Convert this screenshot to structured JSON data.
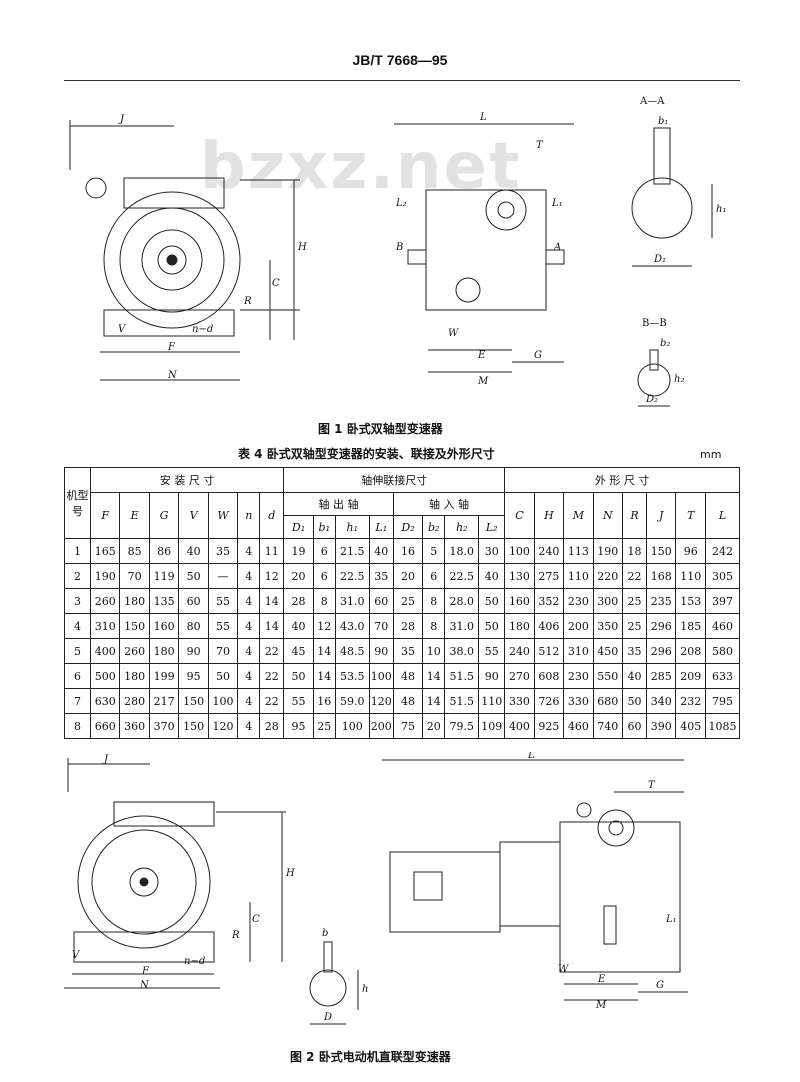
{
  "header": "JB/T 7668—95",
  "watermark": "bzxz.net",
  "fig1": {
    "caption": "图 1 卧式双轴型变速器",
    "section_aa": "A—A",
    "section_bb": "B—B",
    "labels": {
      "J": "J",
      "H": "H",
      "C": "C",
      "R": "R",
      "V": "V",
      "nd": "n−d",
      "F": "F",
      "N": "N",
      "L": "L",
      "T": "T",
      "L2": "L₂",
      "L1": "L₁",
      "B": "B",
      "A": "A",
      "W": "W",
      "E": "E",
      "G": "G",
      "M": "M",
      "b1": "b₁",
      "h1": "h₁",
      "D1": "D₁",
      "b2": "b₂",
      "h2": "h₂",
      "D2": "D₂"
    }
  },
  "table": {
    "title": "表 4 卧式双轴型变速器的安装、联接及外形尺寸",
    "unit": "mm",
    "group_model": "机型号",
    "group_install": "安 装 尺 寸",
    "group_shaft": "轴伸联接尺寸",
    "group_out_shaft": "轴 出 轴",
    "group_in_shaft": "轴 入 轴",
    "group_outline": "外 形 尺 寸",
    "cols": {
      "F": "F",
      "E": "E",
      "G": "G",
      "V": "V",
      "W": "W",
      "n": "n",
      "d": "d",
      "D1": "D₁",
      "b1": "b₁",
      "h1": "h₁",
      "L1": "L₁",
      "D2": "D₂",
      "b2": "b₂",
      "h2": "h₂",
      "L2": "L₂",
      "C": "C",
      "H": "H",
      "M": "M",
      "N": "N",
      "R": "R",
      "J": "J",
      "T": "T",
      "L": "L"
    },
    "rows": [
      [
        "1",
        "165",
        "85",
        "86",
        "40",
        "35",
        "4",
        "11",
        "19",
        "6",
        "21.5",
        "40",
        "16",
        "5",
        "18.0",
        "30",
        "100",
        "240",
        "113",
        "190",
        "18",
        "150",
        "96",
        "242"
      ],
      [
        "2",
        "190",
        "70",
        "119",
        "50",
        "—",
        "4",
        "12",
        "20",
        "6",
        "22.5",
        "35",
        "20",
        "6",
        "22.5",
        "40",
        "130",
        "275",
        "110",
        "220",
        "22",
        "168",
        "110",
        "305"
      ],
      [
        "3",
        "260",
        "180",
        "135",
        "60",
        "55",
        "4",
        "14",
        "28",
        "8",
        "31.0",
        "60",
        "25",
        "8",
        "28.0",
        "50",
        "160",
        "352",
        "230",
        "300",
        "25",
        "235",
        "153",
        "397"
      ],
      [
        "4",
        "310",
        "150",
        "160",
        "80",
        "55",
        "4",
        "14",
        "40",
        "12",
        "43.0",
        "70",
        "28",
        "8",
        "31.0",
        "50",
        "180",
        "406",
        "200",
        "350",
        "25",
        "296",
        "185",
        "460"
      ],
      [
        "5",
        "400",
        "260",
        "180",
        "90",
        "70",
        "4",
        "22",
        "45",
        "14",
        "48.5",
        "90",
        "35",
        "10",
        "38.0",
        "55",
        "240",
        "512",
        "310",
        "450",
        "35",
        "296",
        "208",
        "580"
      ],
      [
        "6",
        "500",
        "180",
        "199",
        "95",
        "50",
        "4",
        "22",
        "50",
        "14",
        "53.5",
        "100",
        "48",
        "14",
        "51.5",
        "90",
        "270",
        "608",
        "230",
        "550",
        "40",
        "285",
        "209",
        "633"
      ],
      [
        "7",
        "630",
        "280",
        "217",
        "150",
        "100",
        "4",
        "22",
        "55",
        "16",
        "59.0",
        "120",
        "48",
        "14",
        "51.5",
        "110",
        "330",
        "726",
        "330",
        "680",
        "50",
        "340",
        "232",
        "795"
      ],
      [
        "8",
        "660",
        "360",
        "370",
        "150",
        "120",
        "4",
        "28",
        "95",
        "25",
        "100",
        "200",
        "75",
        "20",
        "79.5",
        "109",
        "400",
        "925",
        "460",
        "740",
        "60",
        "390",
        "405",
        "1085"
      ]
    ]
  },
  "fig2": {
    "caption": "图 2 卧式电动机直联型变速器",
    "labels": {
      "J": "J",
      "H": "H",
      "C": "C",
      "R": "R",
      "V": "V",
      "nd": "n−d",
      "F": "F",
      "N": "N",
      "b": "b",
      "h": "h",
      "D": "D",
      "L": "L",
      "T": "T",
      "L1": "L₁",
      "W": "W",
      "E": "E",
      "G": "G",
      "M": "M"
    }
  }
}
